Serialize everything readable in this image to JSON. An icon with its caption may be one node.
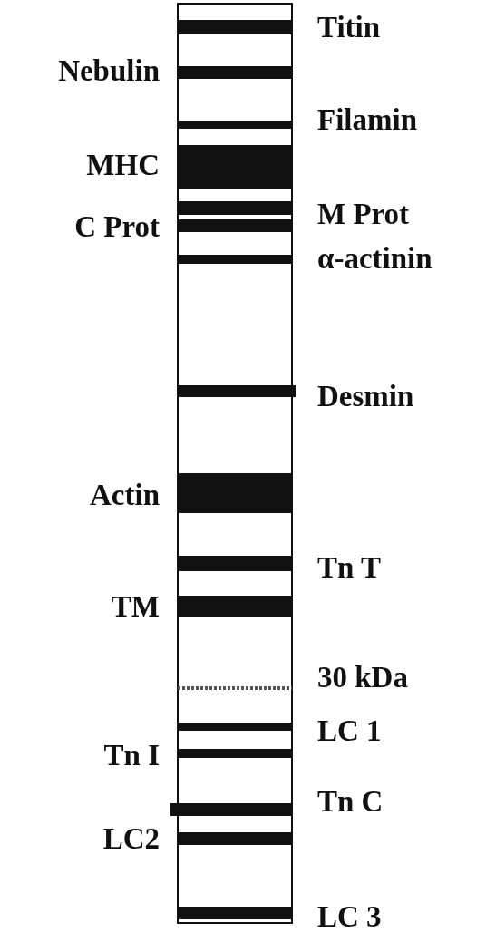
{
  "diagram": {
    "labels": [
      "Titin",
      "Nebulin",
      "Filamin",
      "MHC",
      "M Prot",
      "C Prot",
      "α-actinin",
      "Desmin",
      "Actin",
      "Tn T",
      "TM",
      "30 kDa",
      "LC 1",
      "Tn I",
      "Tn C",
      "LC2",
      "LC 3"
    ]
  }
}
